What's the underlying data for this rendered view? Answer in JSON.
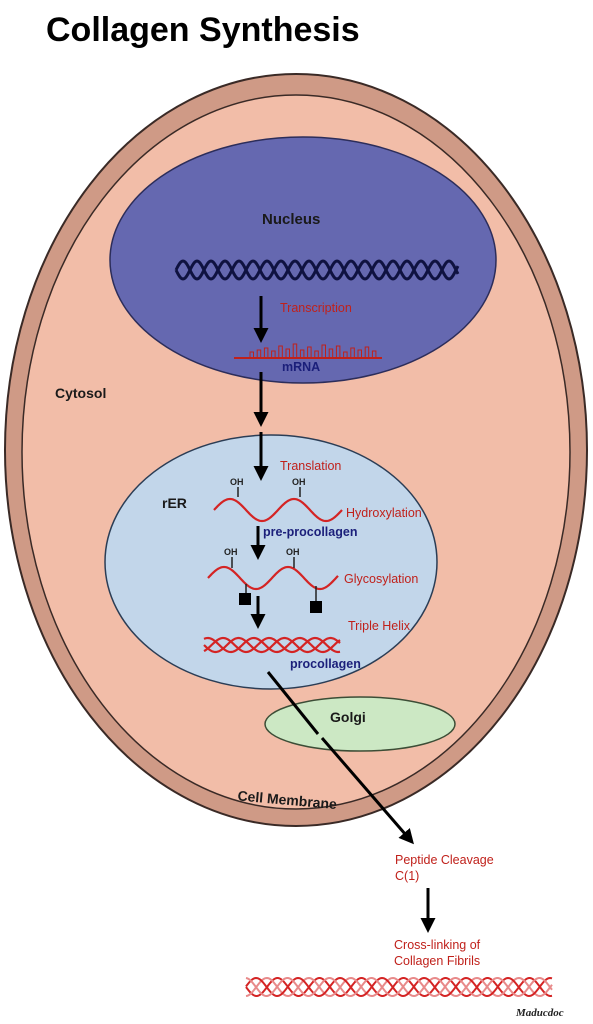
{
  "title": "Collagen Synthesis",
  "labels": {
    "nucleus": "Nucleus",
    "transcription": "Transcription",
    "mrna": "mRNA",
    "cytosol": "Cytosol",
    "rer": "rER",
    "translation": "Translation",
    "hydroxylation": "Hydroxylation",
    "pre_procollagen": "pre-procollagen",
    "glycosylation": "Glycosylation",
    "triple_helix": "Triple Helix",
    "procollagen": "procollagen",
    "golgi": "Golgi",
    "cell_membrane": "Cell Membrane",
    "peptide_cleavage_1": "Peptide Cleavage",
    "peptide_cleavage_2": "C(1)",
    "crosslinking_1": "Cross-linking of",
    "crosslinking_2": "Collagen Fibrils",
    "oh": "OH",
    "signature": "Maducdoc"
  },
  "colors": {
    "membrane": "#cf9a86",
    "cytosol": "#f2bda8",
    "nucleus": "#6568b0",
    "rer": "#c2d6ea",
    "golgi": "#cce8c4",
    "red": "#d42424",
    "blue": "#1b1f7a"
  }
}
